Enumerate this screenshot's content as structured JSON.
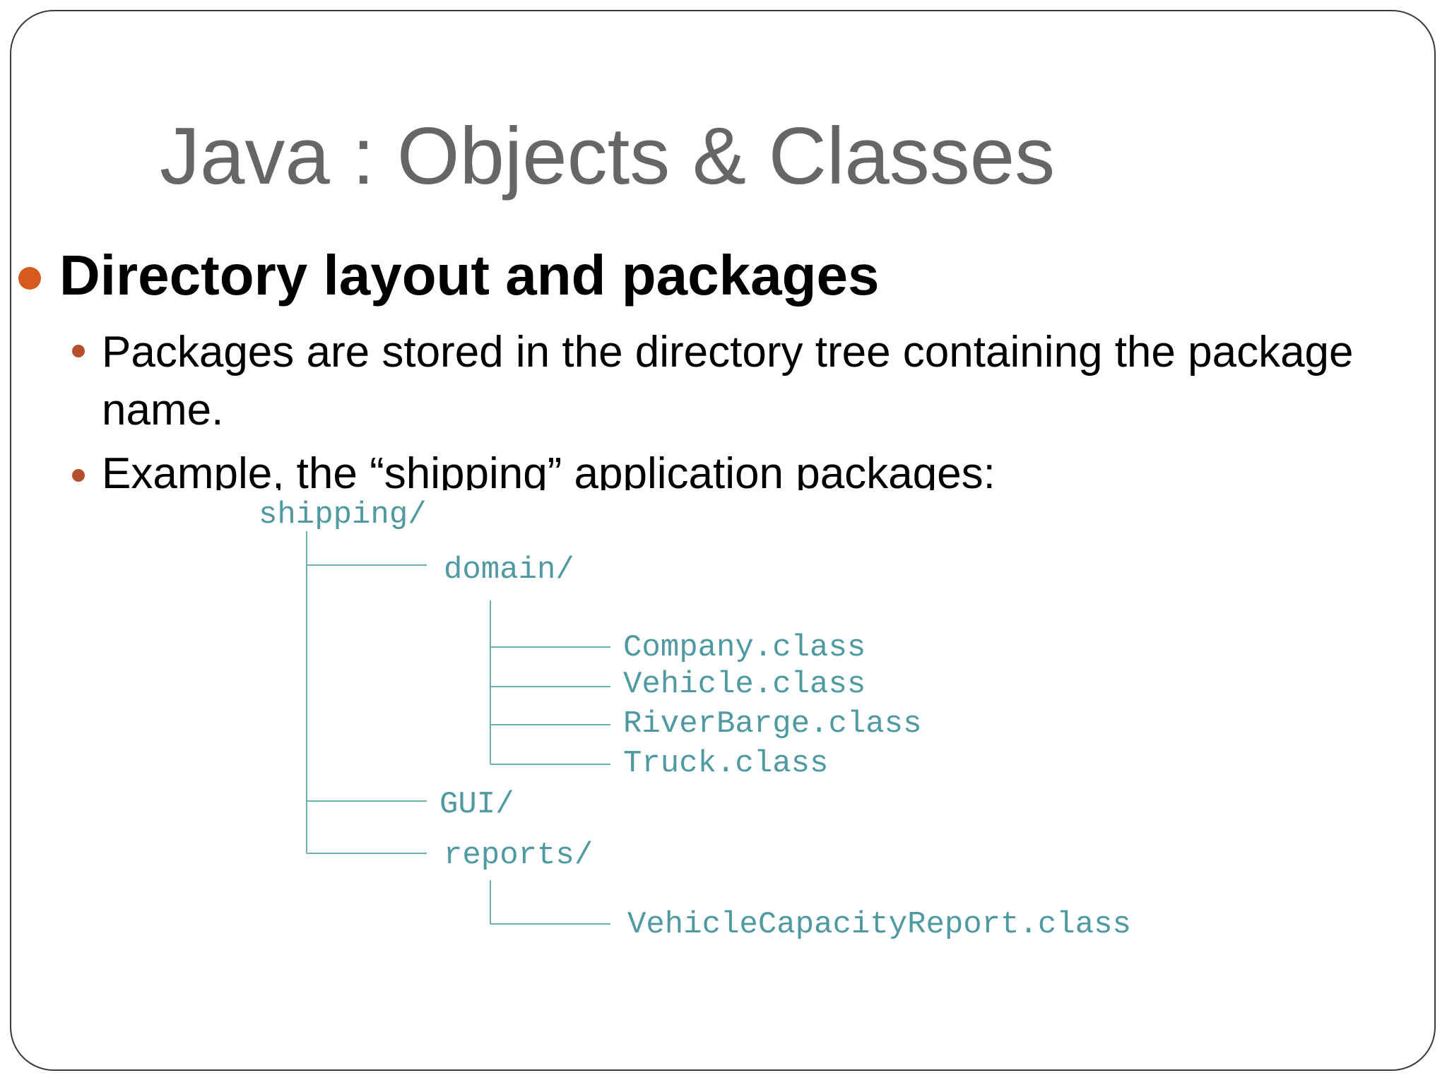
{
  "slide": {
    "title": "Java : Objects & Classes",
    "bullet_main": "Directory layout and packages",
    "sub_bullets": [
      "Packages are stored in the directory tree containing the package name.",
      "Example, the “shipping” application packages:"
    ]
  },
  "tree": {
    "root": "shipping/",
    "domain": "domain/",
    "domain_files": [
      "Company.class",
      "Vehicle.class",
      "RiverBarge.class",
      "Truck.class"
    ],
    "gui": "GUI/",
    "reports": "reports/",
    "reports_files": [
      "VehicleCapacityReport.class"
    ]
  },
  "colors": {
    "title": "#666666",
    "bullet_main": "#d65a1e",
    "bullet_sub": "#b6502c",
    "tree_text": "#4f9aa2"
  }
}
